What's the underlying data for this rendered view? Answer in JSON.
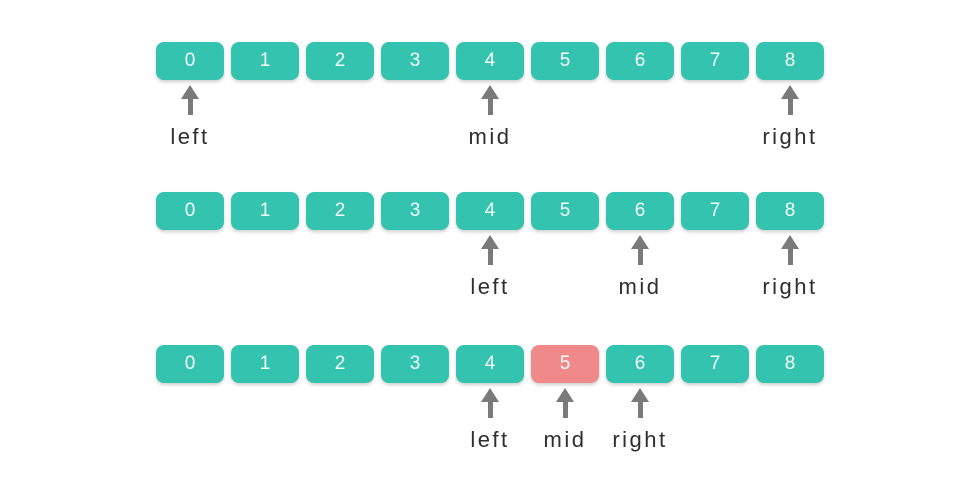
{
  "diagram": {
    "description": "binary-search-pointer-steps",
    "colors": {
      "cell": "#34C3AF",
      "cell_highlight": "#F08A8A",
      "cell_text": "#F7FDFC",
      "arrow": "#7A7A7A",
      "label": "#2E2E2E",
      "background": "#FFFFFF"
    },
    "cell_count": 9,
    "rows": [
      {
        "name": "step-1",
        "cells": [
          {
            "value": "0",
            "highlighted": false
          },
          {
            "value": "1",
            "highlighted": false
          },
          {
            "value": "2",
            "highlighted": false
          },
          {
            "value": "3",
            "highlighted": false
          },
          {
            "value": "4",
            "highlighted": false
          },
          {
            "value": "5",
            "highlighted": false
          },
          {
            "value": "6",
            "highlighted": false
          },
          {
            "value": "7",
            "highlighted": false
          },
          {
            "value": "8",
            "highlighted": false
          }
        ],
        "pointers": [
          {
            "label": "left",
            "cell_index": 0
          },
          {
            "label": "mid",
            "cell_index": 4
          },
          {
            "label": "right",
            "cell_index": 8
          }
        ]
      },
      {
        "name": "step-2",
        "cells": [
          {
            "value": "0",
            "highlighted": false
          },
          {
            "value": "1",
            "highlighted": false
          },
          {
            "value": "2",
            "highlighted": false
          },
          {
            "value": "3",
            "highlighted": false
          },
          {
            "value": "4",
            "highlighted": false
          },
          {
            "value": "5",
            "highlighted": false
          },
          {
            "value": "6",
            "highlighted": false
          },
          {
            "value": "7",
            "highlighted": false
          },
          {
            "value": "8",
            "highlighted": false
          }
        ],
        "pointers": [
          {
            "label": "left",
            "cell_index": 4
          },
          {
            "label": "mid",
            "cell_index": 6
          },
          {
            "label": "right",
            "cell_index": 8
          }
        ]
      },
      {
        "name": "step-3",
        "cells": [
          {
            "value": "0",
            "highlighted": false
          },
          {
            "value": "1",
            "highlighted": false
          },
          {
            "value": "2",
            "highlighted": false
          },
          {
            "value": "3",
            "highlighted": false
          },
          {
            "value": "4",
            "highlighted": false
          },
          {
            "value": "5",
            "highlighted": true
          },
          {
            "value": "6",
            "highlighted": false
          },
          {
            "value": "7",
            "highlighted": false
          },
          {
            "value": "8",
            "highlighted": false
          }
        ],
        "pointers": [
          {
            "label": "left",
            "cell_index": 4
          },
          {
            "label": "mid",
            "cell_index": 5
          },
          {
            "label": "right",
            "cell_index": 6
          }
        ]
      }
    ]
  }
}
